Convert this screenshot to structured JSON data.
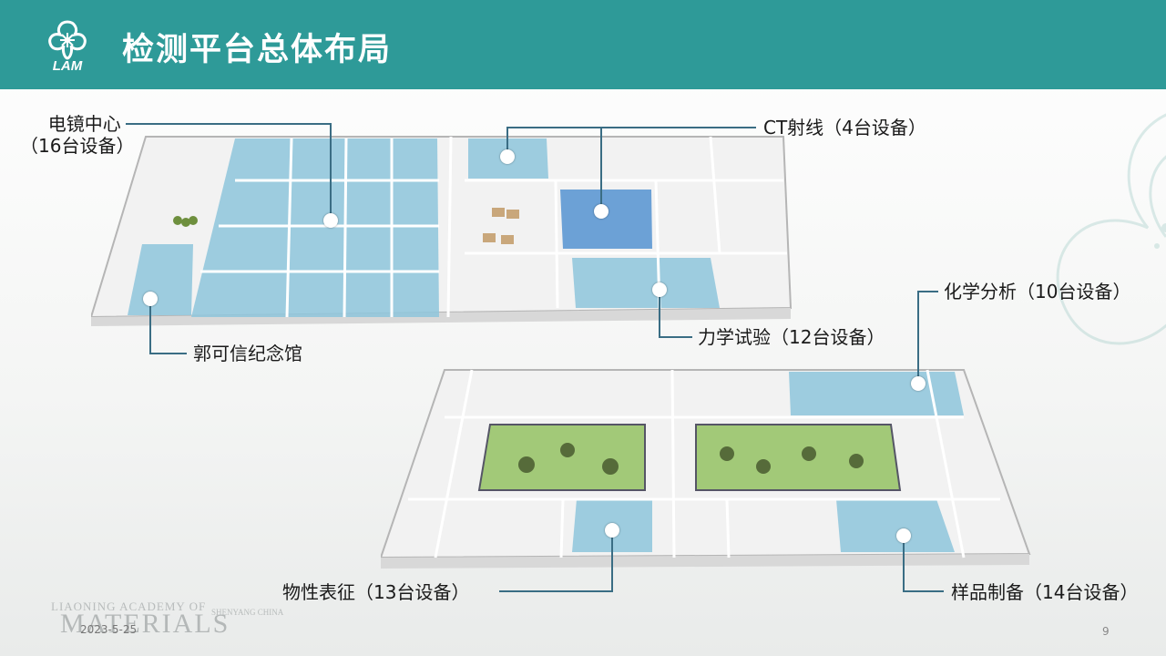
{
  "header": {
    "logo_text": "LAM",
    "title": "检测平台总体布局"
  },
  "labels": {
    "em_center_line1": "电镜中心",
    "em_center_line2": "（16台设备）",
    "ct": "CT射线（4台设备）",
    "memorial": "郭可信纪念馆",
    "chemical": "化学分析（10台设备）",
    "mechanical": "力学试验（12台设备）",
    "physical": "物性表征（13台设备）",
    "sample": "样品制备（14台设备）"
  },
  "watermark": {
    "line1": "LIAONING ACADEMY OF",
    "line2": "MATERIALS",
    "line3": "SHENYANG CHINA"
  },
  "footer": {
    "date": "2023-5-25",
    "page": "9"
  },
  "colors": {
    "header": "#2e9a98",
    "highlight": "#8ec6dc",
    "leader_line": "#3a6d84"
  }
}
